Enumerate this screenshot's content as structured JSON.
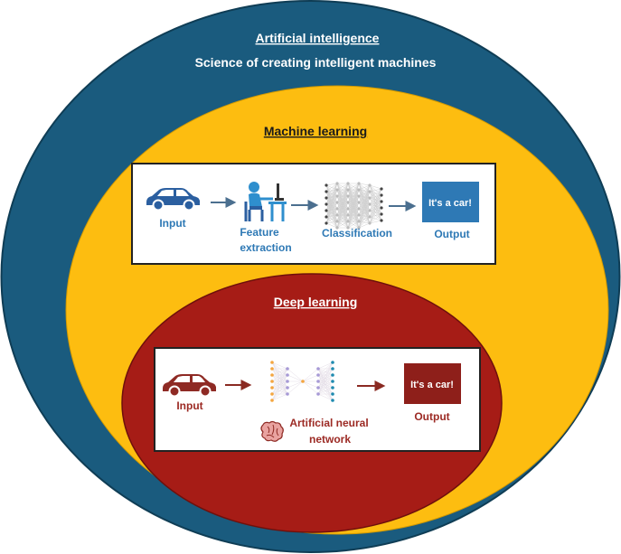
{
  "ai": {
    "title": "Artificial intelligence",
    "subtitle": "Science of creating intelligent machines"
  },
  "ml": {
    "title": "Machine learning",
    "input_label": "Input",
    "feature_label_line1": "Feature",
    "feature_label_line2": "extraction",
    "classification_label": "Classification",
    "output_box_text": "It's a car!",
    "output_label": "Output"
  },
  "dl": {
    "title": "Deep learning",
    "input_label": "Input",
    "ann_label_line1": "Artificial neural",
    "ann_label_line2": "network",
    "output_box_text": "It's a car!",
    "output_label": "Output"
  },
  "colors": {
    "ai_circle": "#1a5b7e",
    "ml_circle": "#fdbd10",
    "dl_circle": "#a61c16",
    "ml_accent": "#2e79b5",
    "dl_accent": "#9c2a24",
    "dl_ann_dot_orange": "#f4a640",
    "dl_ann_dot_purple": "#a79ad6",
    "dl_ann_dot_teal": "#1f8bb0"
  },
  "icons": {
    "car": "car-icon",
    "person": "person-at-computer-icon",
    "network": "neural-network-icon",
    "brain": "brain-icon",
    "arrow": "arrow-right-icon"
  }
}
